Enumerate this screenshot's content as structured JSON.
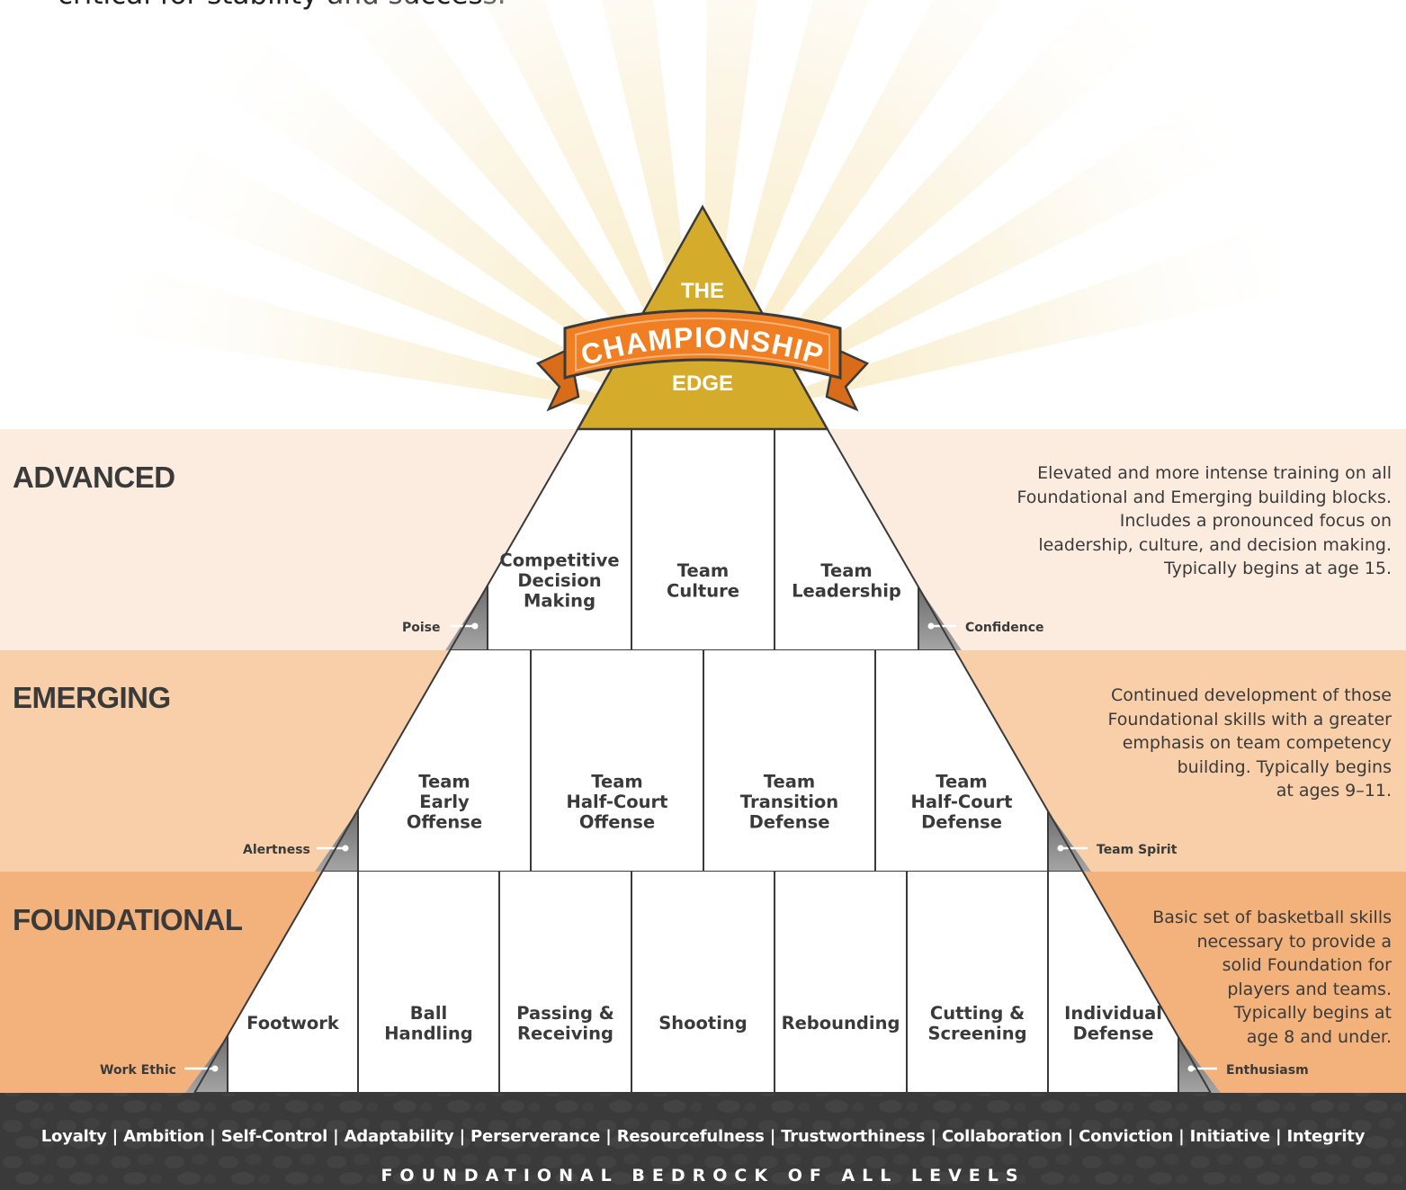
{
  "intro_text": "critical for stability and success.",
  "badge": {
    "top": "THE",
    "banner": "CHAMPIONSHIP",
    "bottom": "EDGE"
  },
  "levels": [
    {
      "title": "ADVANCED",
      "description": [
        "Elevated and more intense training on all",
        "Foundational and Emerging building blocks.",
        "Includes a pronounced focus on",
        "leadership, culture, and decision making.",
        "Typically begins at age 15."
      ],
      "blocks": [
        [
          "Competitive",
          "Decision",
          "Making"
        ],
        [
          "Team",
          "Culture"
        ],
        [
          "Team",
          "Leadership"
        ]
      ],
      "left_trait": "Poise",
      "right_trait": "Confidence"
    },
    {
      "title": "EMERGING",
      "description": [
        "Continued development of those",
        "Foundational skills with a greater",
        "emphasis on team competency",
        "building. Typically begins",
        "at ages 9–11."
      ],
      "blocks": [
        [
          "Team",
          "Early",
          "Offense"
        ],
        [
          "Team",
          "Half-Court",
          "Offense"
        ],
        [
          "Team",
          "Transition",
          "Defense"
        ],
        [
          "Team",
          "Half-Court",
          "Defense"
        ]
      ],
      "left_trait": "Alertness",
      "right_trait": "Team Spirit"
    },
    {
      "title": "FOUNDATIONAL",
      "description": [
        "Basic set of basketball skills",
        "necessary to provide a",
        "solid Foundation for",
        "players and teams.",
        "Typically begins at",
        "age 8 and under."
      ],
      "blocks": [
        [
          "Footwork"
        ],
        [
          "Ball",
          "Handling"
        ],
        [
          "Passing &",
          "Receiving"
        ],
        [
          "Shooting"
        ],
        [
          "Rebounding"
        ],
        [
          "Cutting &",
          "Screening"
        ],
        [
          "Individual",
          "Defense"
        ]
      ],
      "left_trait": "Work Ethic",
      "right_trait": "Enthusiasm"
    }
  ],
  "bedrock": {
    "values": [
      "Loyalty",
      "Ambition",
      "Self-Control",
      "Adaptability",
      "Perserverance",
      "Resourcefulness",
      "Trustworthiness",
      "Collaboration",
      "Conviction",
      "Initiative",
      "Integrity"
    ],
    "separator": "|",
    "title": "FOUNDATIONAL BEDROCK OF ALL LEVELS"
  },
  "colors": {
    "advanced_band": "#fcecdf",
    "emerging_band": "#f8cfa9",
    "foundational_band": "#f3b17c",
    "bedrock": "#3a3a3a",
    "apex_gold": "#d4ab2a",
    "banner_orange": "#f07f23",
    "grey_wedge": "#8a8a8a"
  }
}
